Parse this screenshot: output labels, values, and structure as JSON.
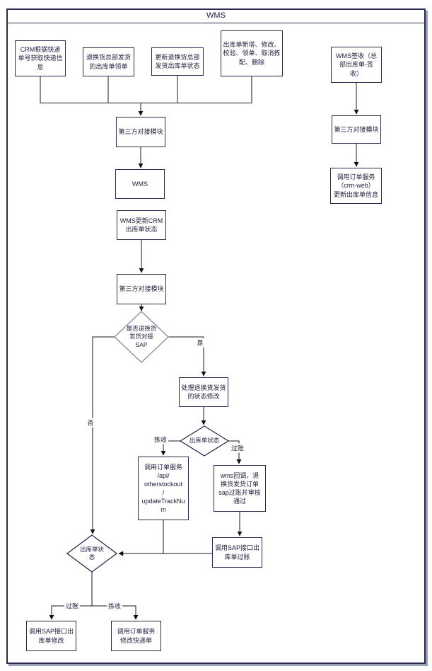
{
  "title": "WMS",
  "colors": {
    "border": "#2b2b52",
    "line": "#1a1a1a",
    "text": "#20203e",
    "diamond-light": "#8a8aa5",
    "shadow": "#9aa0b5"
  },
  "nodes": {
    "crm_fetch": {
      "label": "CRM根据快递\n单号获取快递信\n息"
    },
    "return_hq_pick": {
      "label": "退换货总部发货\n的出库单领单"
    },
    "update_return_status": {
      "label": "更新退换货总部\n发货出库单状态"
    },
    "stockout_ops": {
      "label": "出库单新增、修改、\n校验、领单、取消拣\n配、删除"
    },
    "wms_sign": {
      "label": "WMS签收（总\n部出库单-签\n收）"
    },
    "third_party_1": {
      "label": "第三方对接模块"
    },
    "wms": {
      "label": "WMS"
    },
    "wms_update_crm": {
      "label": "WMS更新CRM\n出库单状态"
    },
    "third_party_2": {
      "label": "第三方对接模块"
    },
    "decision_sap": {
      "label": "是否退换货\n发货对接\nSAP"
    },
    "handle_return_modify": {
      "label": "处理退换货发货\n的状态修改"
    },
    "decision_stockout_status_1": {
      "label": "出库单状态"
    },
    "call_order_api": {
      "label": "调用订单服务\n/api/\notherstockout\n/\nupdateTrackNum"
    },
    "wms_callback": {
      "label": "wms回调，退\n换货发货订单\nsap过账并审核\n通过"
    },
    "call_sap_post": {
      "label": "调用SAP接口出\n库单过账"
    },
    "decision_stockout_status_2": {
      "label": "出库单状\n态"
    },
    "call_sap_modify": {
      "label": "调用SAP接口出\n库单修改"
    },
    "call_order_modify_express": {
      "label": "调用订单服务\n修改快递单"
    },
    "third_party_3": {
      "label": "第三方对接模块"
    },
    "call_order_crmweb": {
      "label": "调用订单服务\n（crm-web）\n更新出库单信息"
    }
  },
  "edge_labels": {
    "yes": "是",
    "no": "否",
    "pick_1": "拣收",
    "post_1": "过账",
    "post_2": "过账",
    "pick_2": "拣收"
  }
}
